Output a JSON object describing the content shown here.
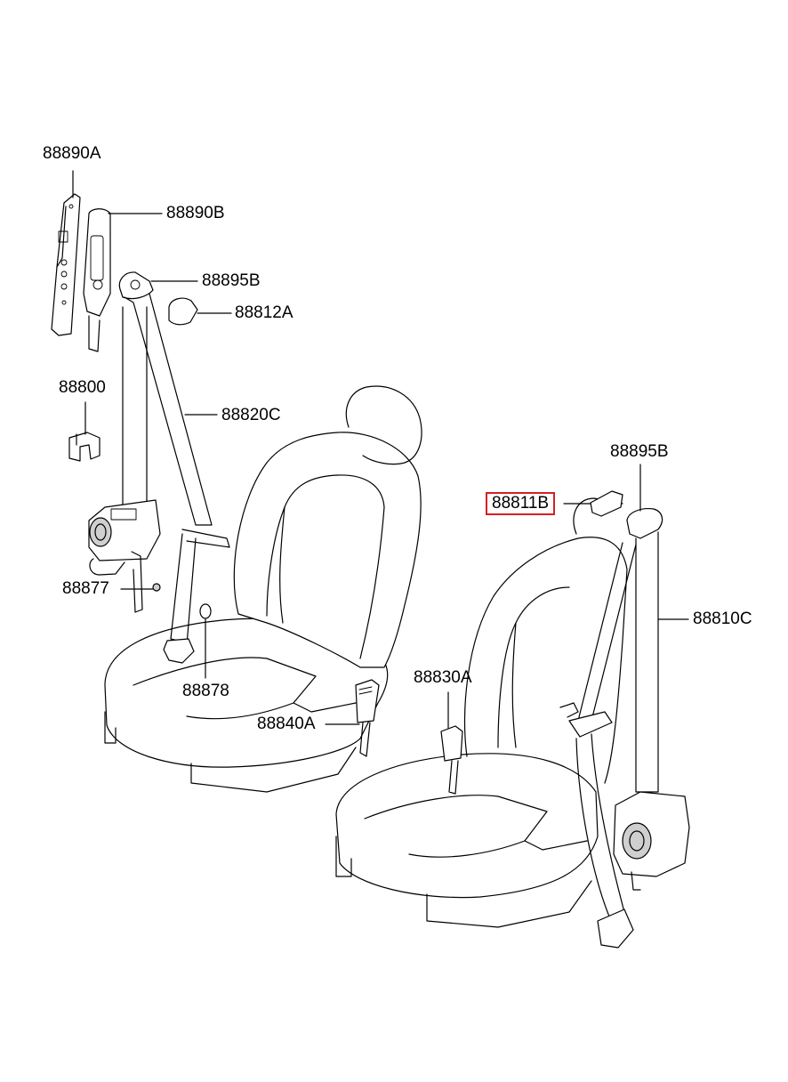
{
  "diagram": {
    "highlight_color": "#d62020",
    "line_color": "#000000",
    "background": "#ffffff",
    "labels": {
      "p88890A": "88890A",
      "p88890B": "88890B",
      "p88895B_left": "88895B",
      "p88812A": "88812A",
      "p88800": "88800",
      "p88820C": "88820C",
      "p88877": "88877",
      "p88878": "88878",
      "p88840A": "88840A",
      "p88895B_right": "88895B",
      "p88811B": "88811B",
      "p88810C": "88810C",
      "p88830A": "88830A"
    },
    "highlighted_part": "88811B"
  }
}
